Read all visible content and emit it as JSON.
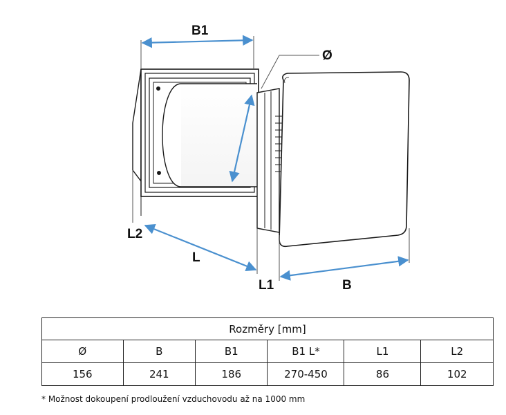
{
  "diagram": {
    "labels": {
      "b1": "B1",
      "diameter": "Ø",
      "l2": "L2",
      "l": "L",
      "l1": "L1",
      "b": "B"
    },
    "colors": {
      "dimension_line": "#4a90cf",
      "outline": "#1a1a1a"
    }
  },
  "table": {
    "title": "Rozměry [mm]",
    "headers": [
      "Ø",
      "B",
      "B1",
      "B1 L*",
      "L1",
      "L2"
    ],
    "values": [
      "156",
      "241",
      "186",
      "270-450",
      "86",
      "102"
    ]
  },
  "footnote": "* Možnost dokoupení prodloužení vzduchovodu až na 1000 mm"
}
